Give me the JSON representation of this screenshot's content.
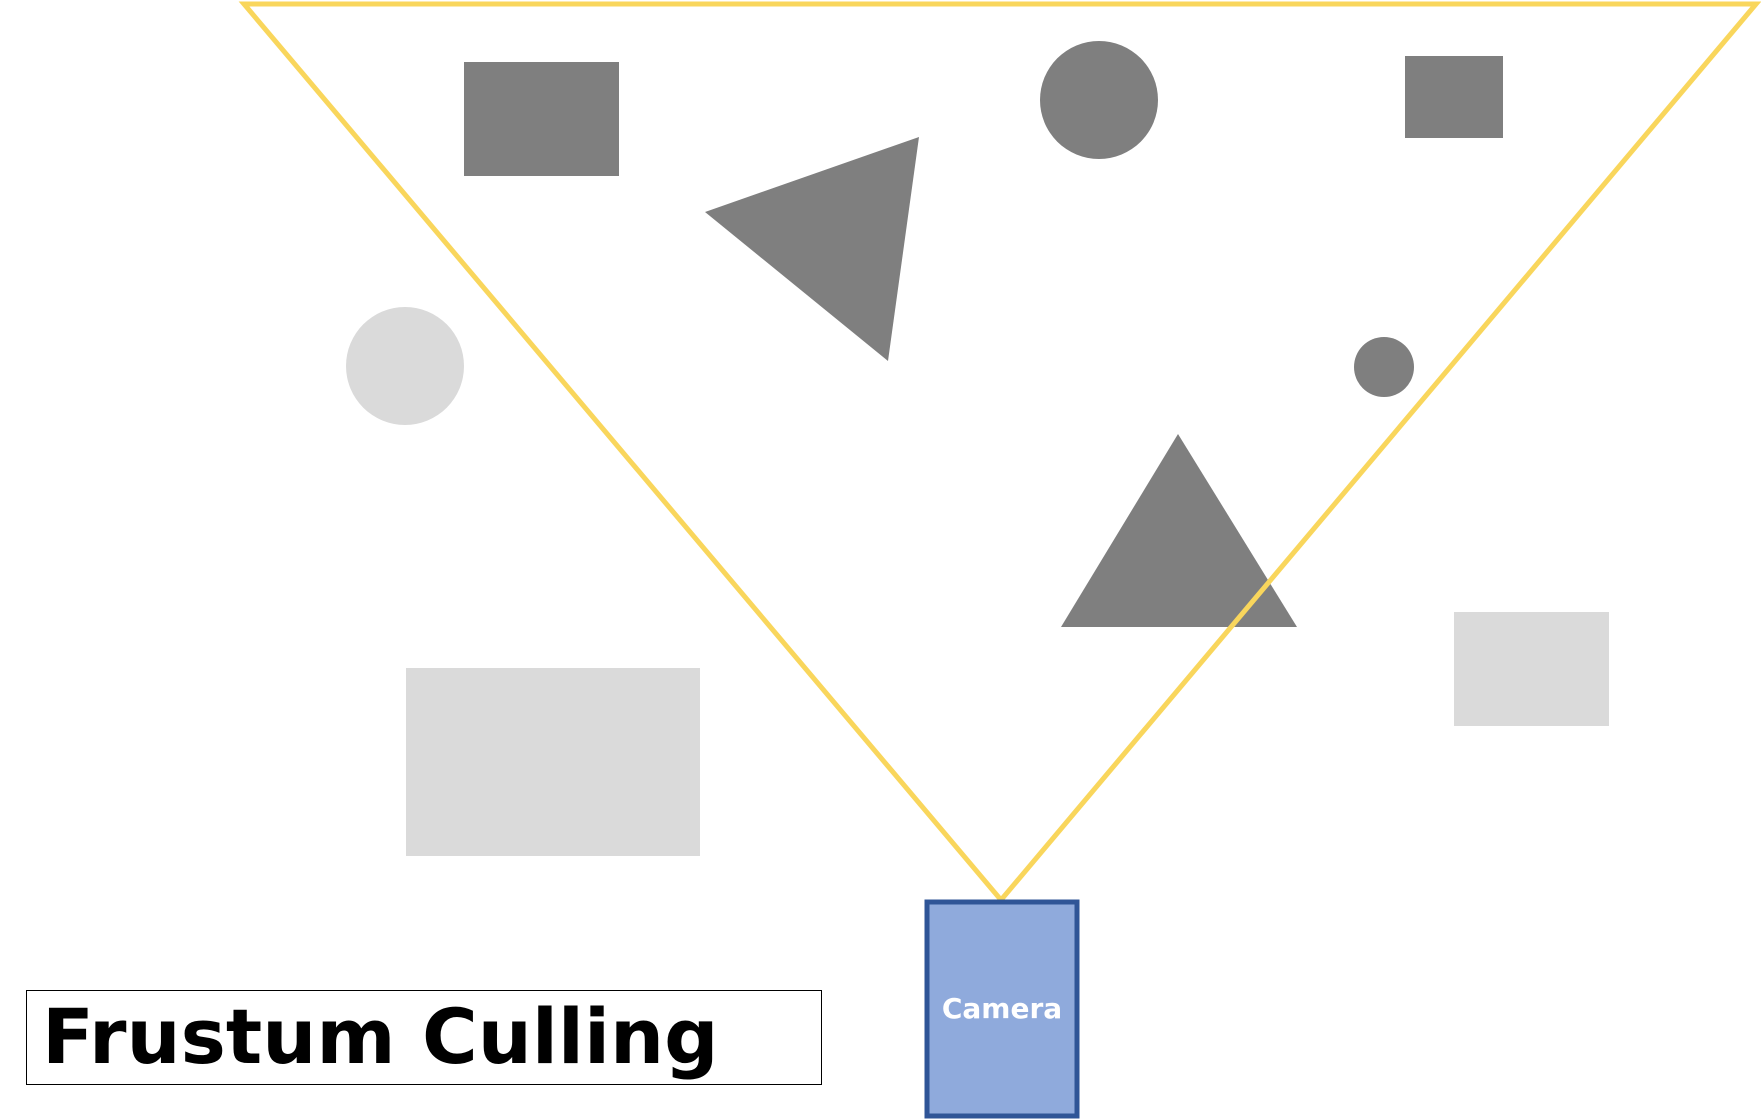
{
  "title": "Frustum Culling",
  "camera": {
    "label": "Camera"
  },
  "colors": {
    "frustum_outline": "#f9d65c",
    "visible_object": "#7f7f7f",
    "culled_object": "#dadada",
    "camera_fill": "#8faadc",
    "camera_border": "#2f5597",
    "title_text": "#000000"
  },
  "objects": [
    {
      "shape": "rectangle",
      "state": "visible"
    },
    {
      "shape": "circle",
      "state": "visible"
    },
    {
      "shape": "rectangle",
      "state": "visible"
    },
    {
      "shape": "triangle",
      "state": "visible"
    },
    {
      "shape": "circle",
      "state": "culled"
    },
    {
      "shape": "circle",
      "state": "visible"
    },
    {
      "shape": "triangle",
      "state": "visible"
    },
    {
      "shape": "rectangle",
      "state": "culled"
    },
    {
      "shape": "rectangle",
      "state": "culled"
    }
  ]
}
